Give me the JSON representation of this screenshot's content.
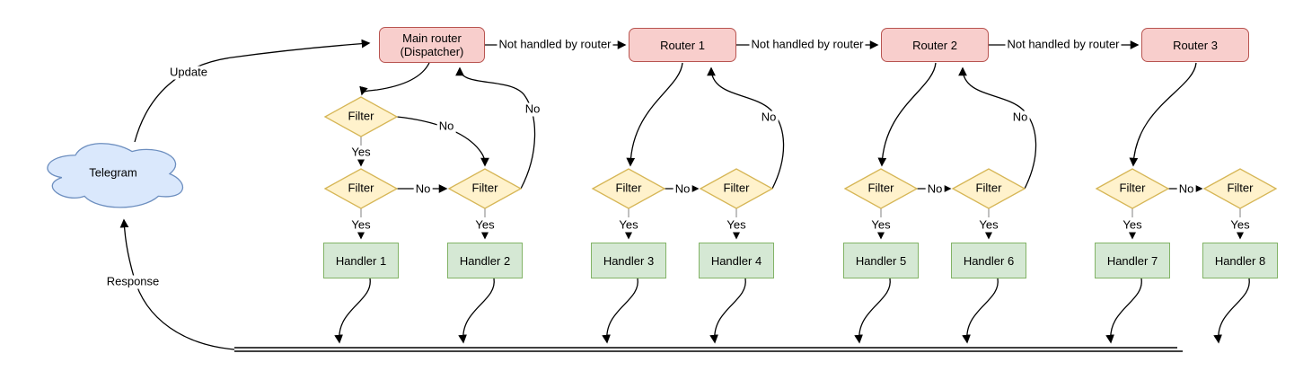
{
  "diagram": {
    "cloud": {
      "label": "Telegram"
    },
    "edges": {
      "update": "Update",
      "response": "Response",
      "not_handled": "Not handled by router",
      "yes": "Yes",
      "no": "No"
    },
    "nodes": {
      "dispatcher": "Main router\n(Dispatcher)",
      "routers": [
        "Router 1",
        "Router 2",
        "Router 3"
      ],
      "filter": "Filter",
      "handlers": [
        "Handler 1",
        "Handler 2",
        "Handler 3",
        "Handler 4",
        "Handler 5",
        "Handler 6",
        "Handler 7",
        "Handler 8"
      ]
    },
    "colors": {
      "router_fill": "#f8cecc",
      "router_stroke": "#b85450",
      "filter_fill": "#fff2cc",
      "filter_stroke": "#d6b656",
      "handler_fill": "#d5e8d4",
      "handler_stroke": "#82b366",
      "cloud_fill": "#dae8fc",
      "cloud_stroke": "#6c8ebf",
      "connector": "#000000",
      "yes_stub_gray": "#9e9e9e"
    }
  }
}
